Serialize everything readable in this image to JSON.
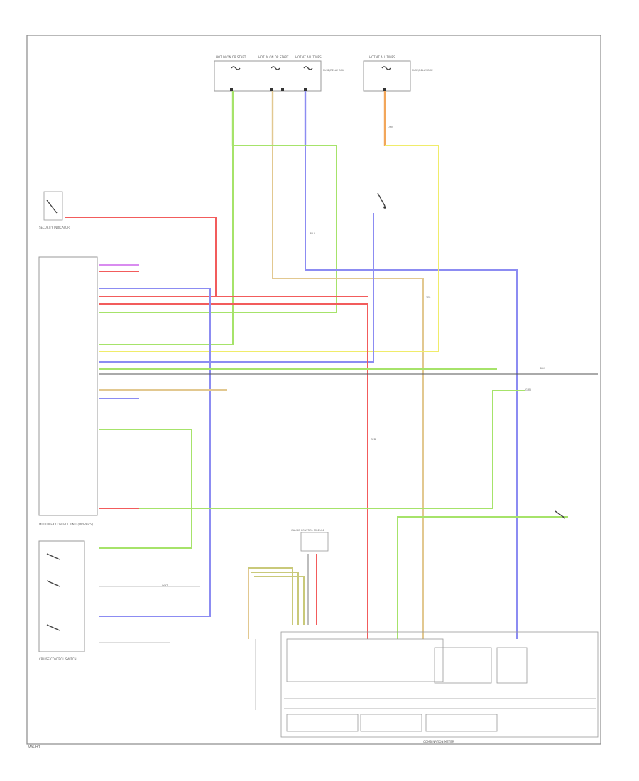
{
  "diagram": {
    "footer_code": "W6-H1",
    "fuses": [
      {
        "label": "HOT IN ON OR START"
      },
      {
        "label": "HOT IN ON OR START"
      },
      {
        "label": "HOT AT ALL TIMES"
      },
      {
        "label": "HOT AT ALL TIMES"
      }
    ],
    "fuse_box_labels": [
      "FUSE/RELAY BOX",
      "FUSE/RELAY BOX"
    ],
    "modules": {
      "multiplex_control": "MULTIPLEX CONTROL UNIT (DRIVER'S)",
      "gauge_control": "GAUGE CONTROL MODULE",
      "combination_meter": "COMBINATION METER",
      "security_indicator": "SECURITY INDICATOR",
      "cruise_switch": "CRUISE CONTROL SWITCH"
    },
    "wire_colors": [
      "RED",
      "GRN",
      "BLU",
      "YEL",
      "ORN",
      "WHT",
      "BLK"
    ],
    "colors": {
      "red": "#f25c5c",
      "green": "#a6e36a",
      "blue": "#8c8cf2",
      "yellow": "#f0ec6a",
      "tan": "#e2c890",
      "orange": "#f2a65a",
      "purple": "#d98cf0",
      "gray": "#bdbdbd"
    }
  }
}
